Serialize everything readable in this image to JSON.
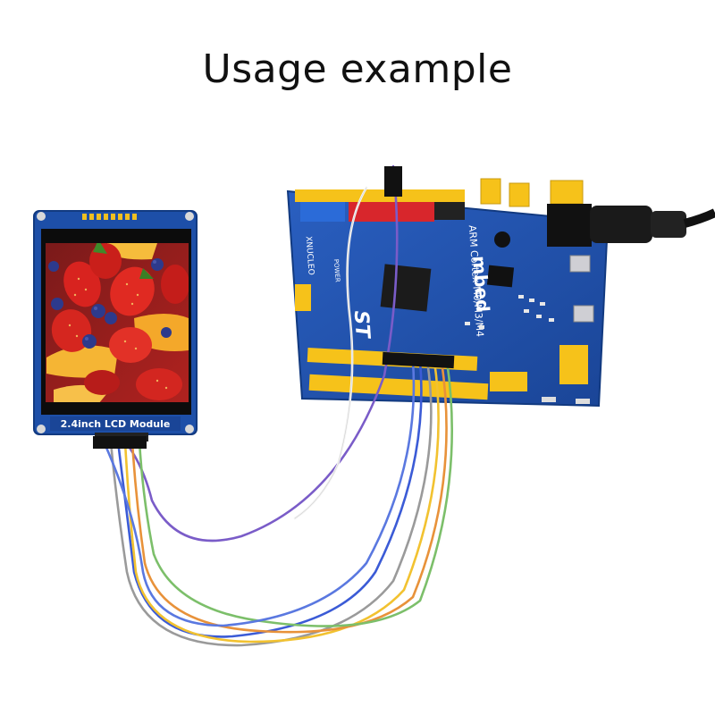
{
  "title": "Usage example",
  "lcd_module": {
    "label": "2.4inch LCD Module",
    "screen_image": "fruit-photo"
  },
  "dev_board": {
    "logo_text": "ST",
    "platform_text": "mbed",
    "series_text": "ARM Cortex-M0/M3/M4",
    "vendor_text": "XNUCLEO",
    "silkscreen_text": "POWER"
  },
  "cables": {
    "wire_colors": [
      "#7a5cc8",
      "#3b5bd6",
      "#f2c230",
      "#e8923a",
      "#7cbf6a",
      "#9a9a9a",
      "#ffffff"
    ],
    "power_plug_color": "#1a1a1a"
  },
  "colors": {
    "board_blue": "#1d4fa8",
    "header_yellow": "#f6c21a",
    "header_black": "#222222",
    "header_red": "#d8262c",
    "header_blue": "#2b6bd8"
  }
}
